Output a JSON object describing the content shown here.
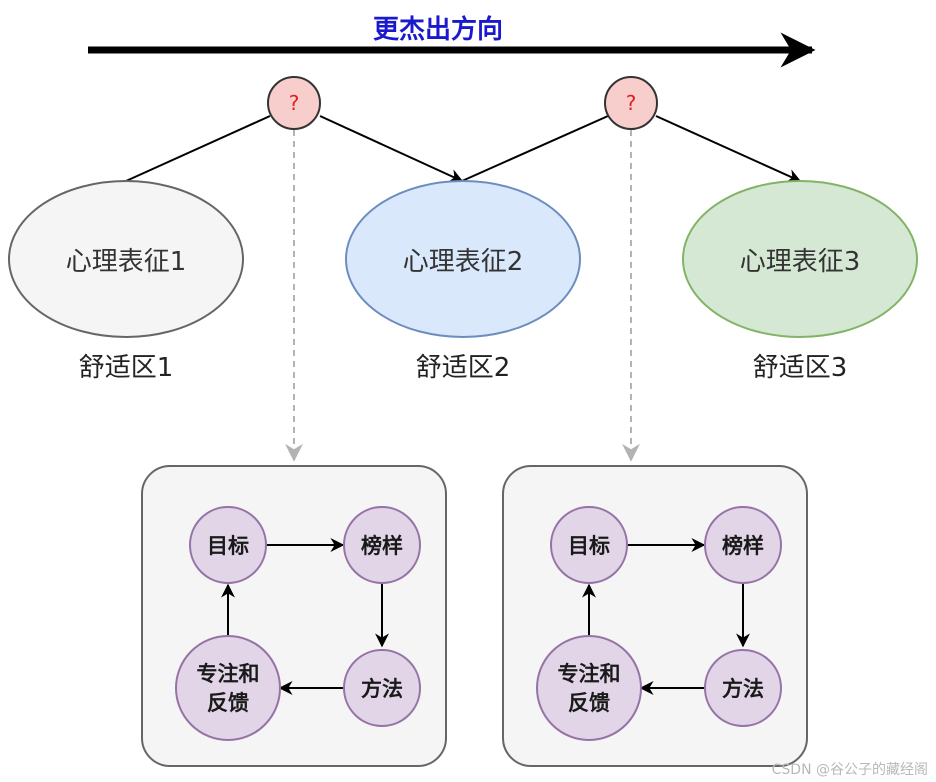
{
  "title": "更杰出方向",
  "colors": {
    "ellipse1_fill": "#f5f5f5",
    "ellipse1_stroke": "#666666",
    "ellipse2_fill": "#dae8fc",
    "ellipse2_stroke": "#6c8ebf",
    "ellipse3_fill": "#d5e8d4",
    "ellipse3_stroke": "#82b366",
    "question_fill": "#f8cecc",
    "question_stroke": "#333333",
    "node_fill": "#e1d5e7",
    "node_stroke": "#9673a6",
    "box_fill": "#f5f5f5",
    "box_stroke": "#666666",
    "dashed_line": "#b3b3b3"
  },
  "stages": [
    {
      "representation": "心理表征1",
      "zone": "舒适区1"
    },
    {
      "representation": "心理表征2",
      "zone": "舒适区2"
    },
    {
      "representation": "心理表征3",
      "zone": "舒适区3"
    }
  ],
  "transitions": [
    {
      "marker": "?"
    },
    {
      "marker": "?"
    }
  ],
  "cycles": [
    {
      "nodes": {
        "goal": "目标",
        "model": "榜样",
        "method": "方法",
        "focus_line1": "专注和",
        "focus_line2": "反馈"
      }
    },
    {
      "nodes": {
        "goal": "目标",
        "model": "榜样",
        "method": "方法",
        "focus_line1": "专注和",
        "focus_line2": "反馈"
      }
    }
  ],
  "watermark": "CSDN @谷公子的藏经阁"
}
